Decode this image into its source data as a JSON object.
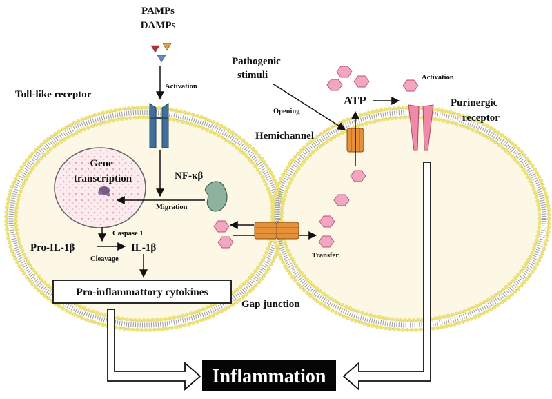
{
  "labels": {
    "pamps": "PAMPs",
    "damps": "DAMPs",
    "activation_left": "Activation",
    "toll_like_receptor": "Toll-like receptor",
    "gene": "Gene",
    "transcription": "transcription",
    "nf_kb": "NF-κβ",
    "migration": "Migration",
    "caspase": "Caspase 1",
    "pro_il": "Pro-IL-1β",
    "il": "IL-1β",
    "cleavage": "Cleavage",
    "pro_inflammatory": "Pro-inflammattory cytokines",
    "gap_junction": "Gap junction",
    "transfer": "Transfer",
    "pathogenic": "Pathogenic",
    "stimuli": "stimuli",
    "opening": "Opening",
    "atp": "ATP",
    "hemichannel": "Hemichannel",
    "activation_right": "Activation",
    "purinergic": "Purinergic",
    "receptor": "receptor",
    "inflammation": "Inflammation"
  },
  "colors": {
    "membrane_head": "#ede27a",
    "cell_fill": "#fdf8e6",
    "atp_pink": "#f2a6c0",
    "receptor_blue": "#3f6f9a",
    "hemichannel_orange": "#e5913a",
    "purinergic_pink": "#f08aa8",
    "nfkb_green": "#8fb29f",
    "pamp_red": "#c8282a",
    "pamp_orange": "#e0a23a",
    "pamp_blue": "#5b8ec2"
  }
}
